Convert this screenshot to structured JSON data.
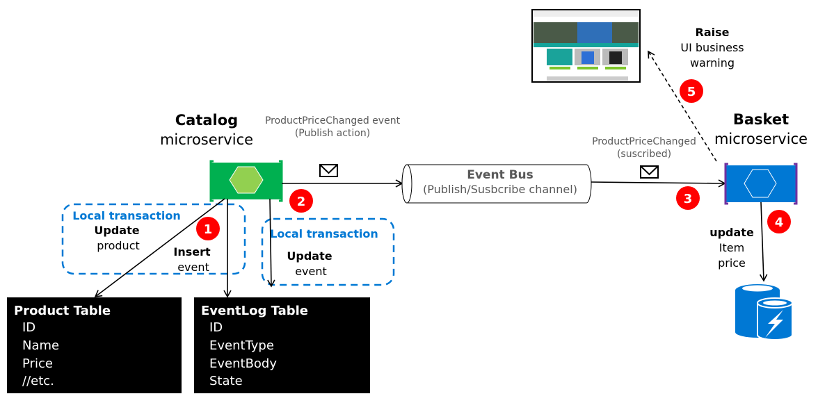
{
  "catalog": {
    "title": "Catalog",
    "subtitle": "microservice",
    "color": "#00b050",
    "hex_color": "#92d050"
  },
  "basket": {
    "title": "Basket",
    "subtitle": "microservice",
    "color": "#0078d4",
    "bracket_color": "#7030a0"
  },
  "publish_label": {
    "line1": "ProductPriceChanged event",
    "line2": "(Publish action)"
  },
  "subscribe_label": {
    "line1": "ProductPriceChanged",
    "line2": "(suscribed)"
  },
  "event_bus": {
    "title": "Event Bus",
    "subtitle": "(Publish/Susbcribe channel)"
  },
  "raise_label": {
    "line1": "Raise",
    "line2": "UI business",
    "line3": "warning"
  },
  "local_tx_1": {
    "title": "Local transaction",
    "action": "Update",
    "object": "product"
  },
  "insert_label": {
    "action": "Insert",
    "object": "event"
  },
  "local_tx_2": {
    "title": "Local transaction",
    "action": "Update",
    "object": "event"
  },
  "update_label": {
    "action": "update",
    "line2": "Item",
    "line3": "price"
  },
  "steps": [
    "1",
    "2",
    "3",
    "4",
    "5"
  ],
  "step_color": "#ff0000",
  "product_table": {
    "title": "Product Table",
    "fields": [
      "ID",
      "Name",
      "Price",
      "//etc."
    ]
  },
  "eventlog_table": {
    "title": "EventLog Table",
    "fields": [
      "ID",
      "EventType",
      "EventBody",
      "State"
    ]
  },
  "icons": {
    "message": "envelope-icon",
    "database": "cache-database-icon",
    "ui": "web-shop-screenshot"
  }
}
